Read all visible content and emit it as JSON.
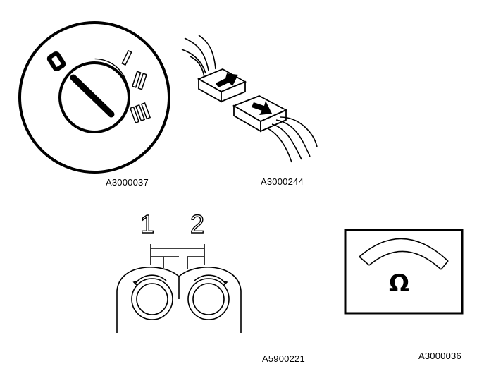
{
  "figures": [
    {
      "id": "ignition-switch",
      "caption": "A3000037",
      "positions": [
        "0",
        "I",
        "II",
        "III"
      ]
    },
    {
      "id": "connector-pair",
      "caption": "A3000244"
    },
    {
      "id": "two-pin-socket",
      "caption": "A5900221",
      "pins": [
        "1",
        "2"
      ]
    },
    {
      "id": "ohmmeter",
      "caption": "A3000036",
      "unit": "Ω"
    }
  ]
}
